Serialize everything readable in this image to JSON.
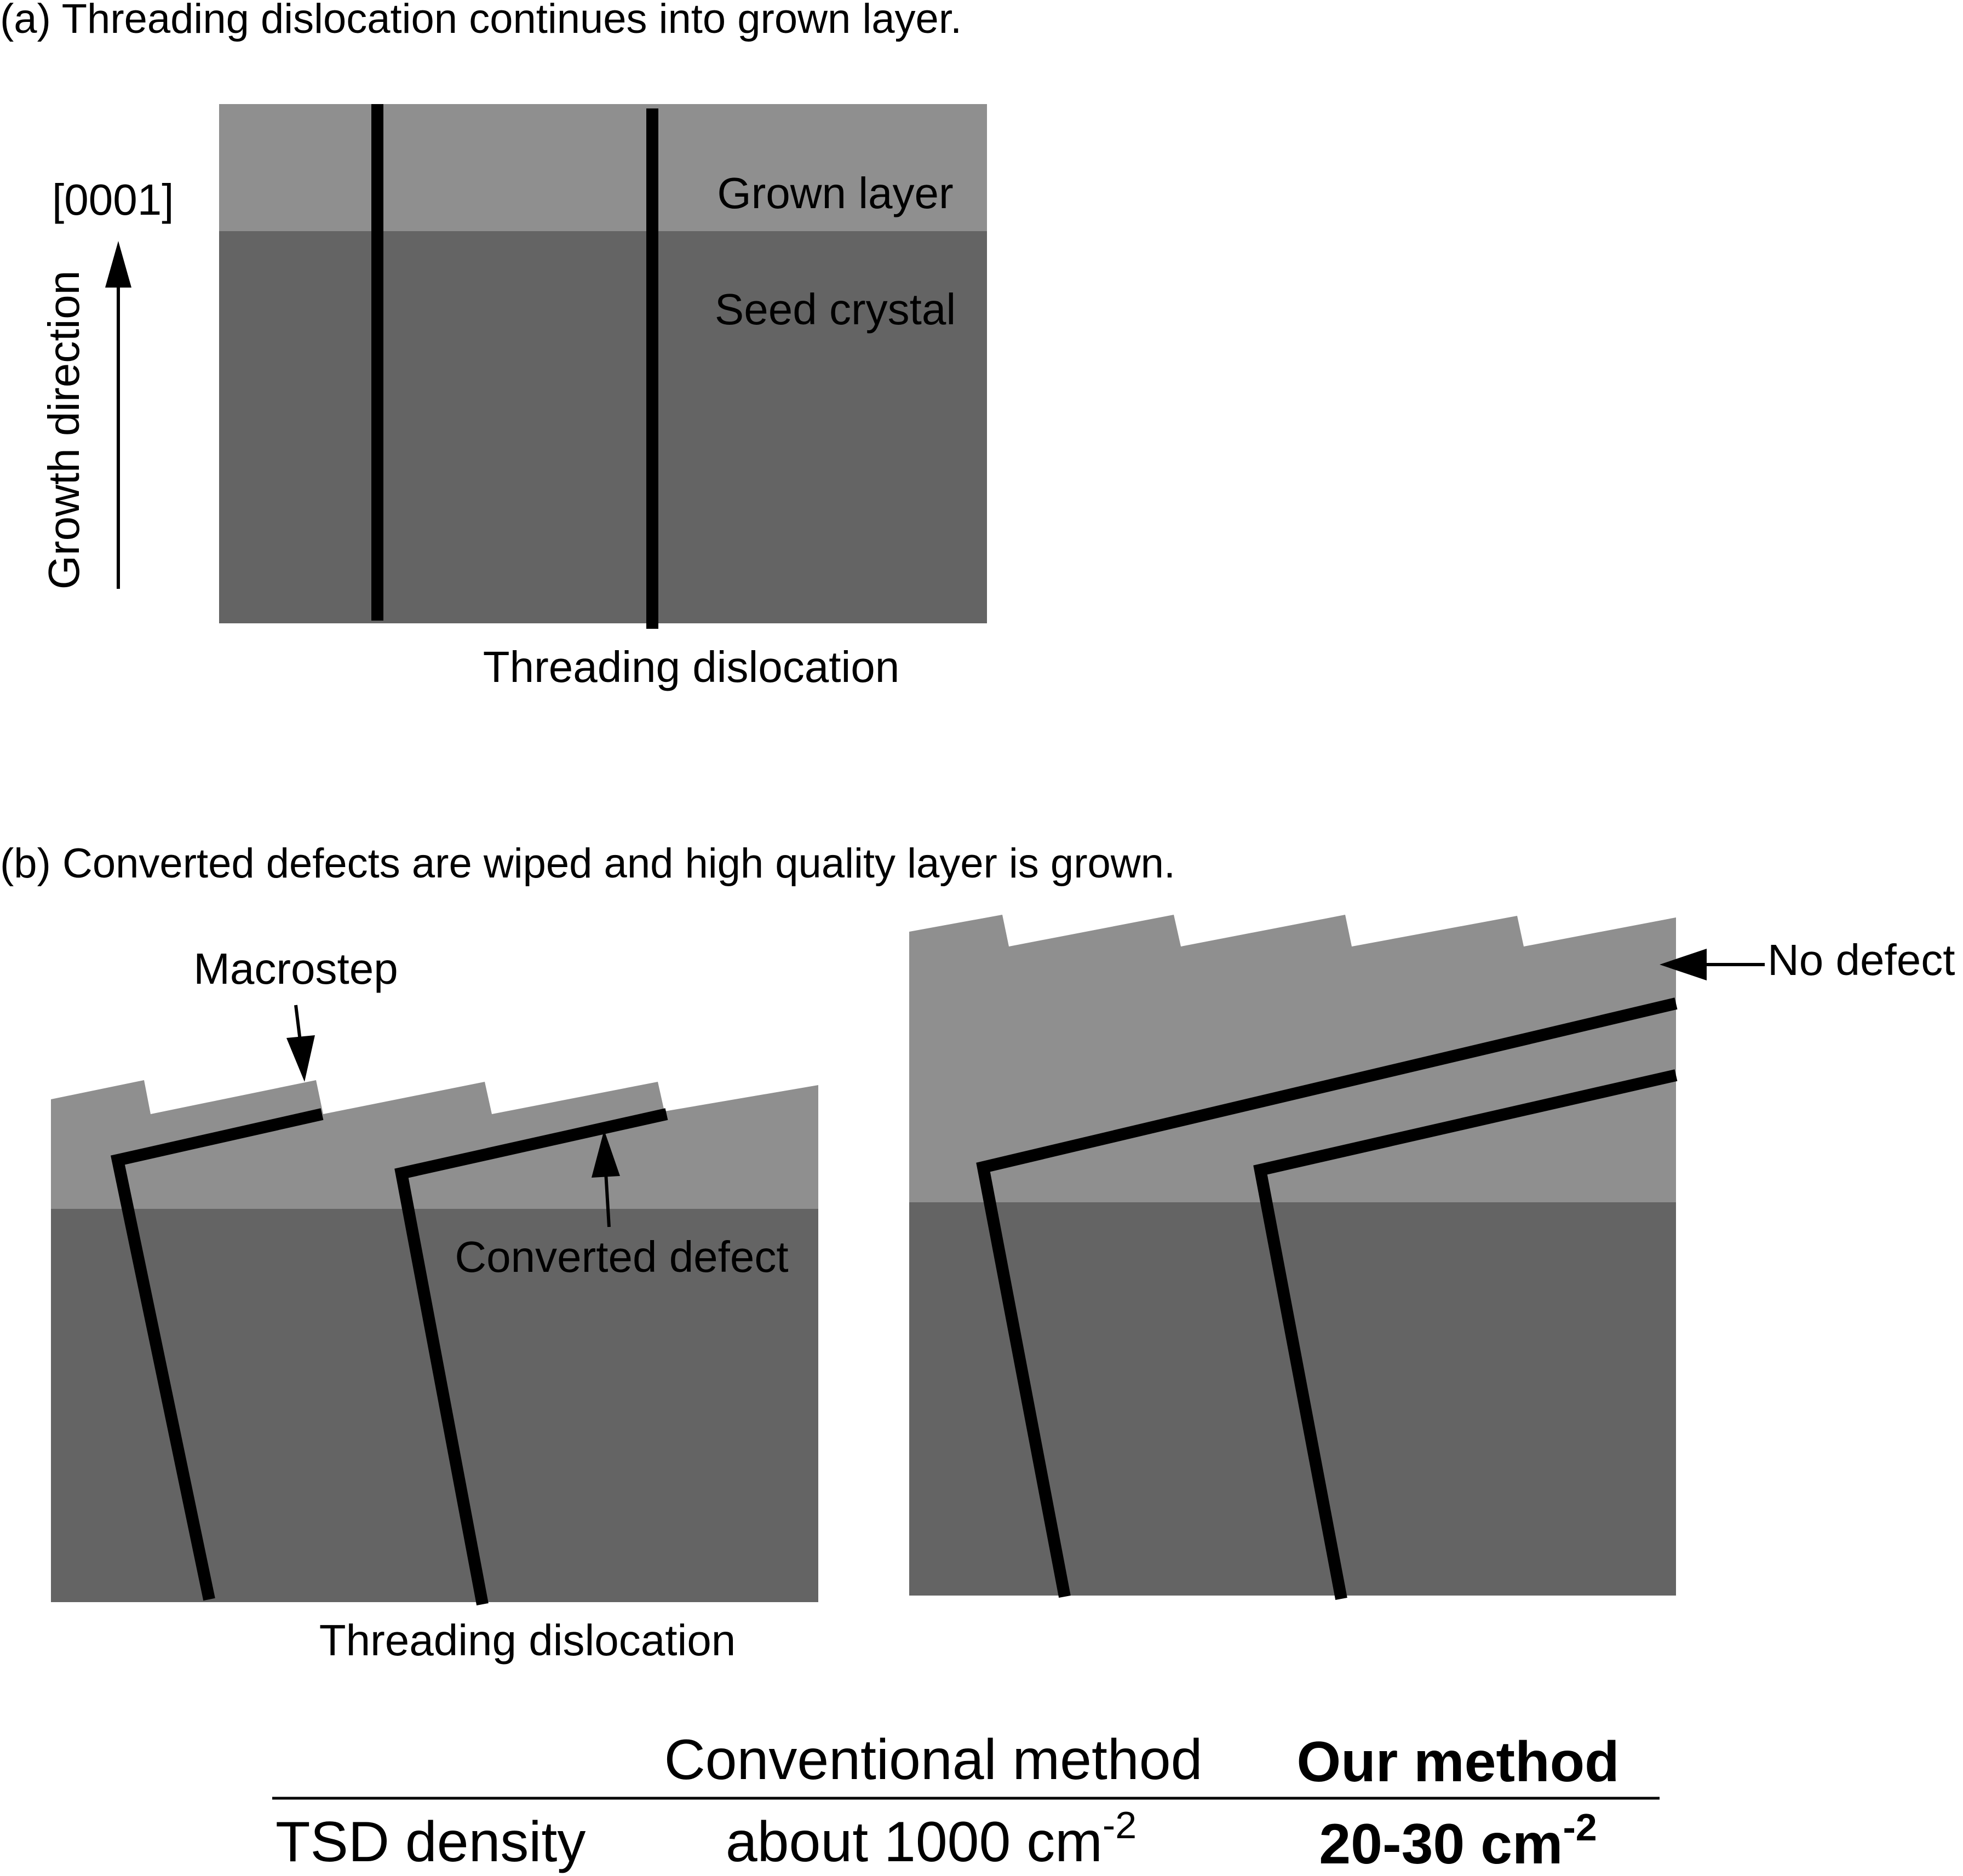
{
  "colors": {
    "grown_layer": "#8f8f8f",
    "seed_crystal": "#646464",
    "dislocation": "#000000",
    "background": "#ffffff"
  },
  "panel_a": {
    "caption": "(a) Threading dislocation continues into grown layer.",
    "direction_label": "[0001]",
    "axis_label": "Growth direction",
    "grown_layer_label": "Grown layer",
    "seed_crystal_label": "Seed crystal",
    "dislocation_label": "Threading dislocation"
  },
  "panel_b": {
    "caption": "(b) Converted defects are wiped and high quality layer is grown.",
    "macrostep_label": "Macrostep",
    "converted_defect_label": "Converted defect",
    "dislocation_label": "Threading dislocation",
    "no_defect_label": "No defect"
  },
  "table": {
    "col_conventional": "Conventional method",
    "col_ours": "Our method",
    "row_label": "TSD density",
    "conventional_value": "about 1000 cm",
    "conventional_exponent": "-2",
    "ours_value": "20-30 cm",
    "ours_exponent": "-2"
  }
}
